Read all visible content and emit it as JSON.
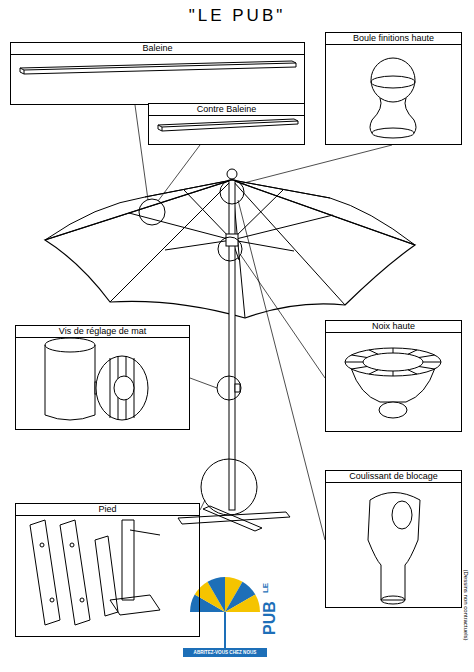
{
  "diagram": {
    "title": "\"LE PUB\"",
    "nodes": [
      {
        "text": [
          "Baleine"
        ]
      },
      {
        "text": [
          "Contre Baleine"
        ]
      },
      {
        "text": [
          "Boule finitions haute"
        ]
      },
      {
        "text": [
          "Vis de réglage de mat"
        ]
      },
      {
        "text": [
          "Noix haute"
        ]
      },
      {
        "text": [
          "Coulissant de blocage"
        ]
      },
      {
        "text": [
          "Pied"
        ]
      }
    ],
    "labels": [
      "(Dessins non contractuels)",
      "LE",
      "PUB",
      "ABRITEZ-VOUS CHEZ NOUS"
    ]
  }
}
